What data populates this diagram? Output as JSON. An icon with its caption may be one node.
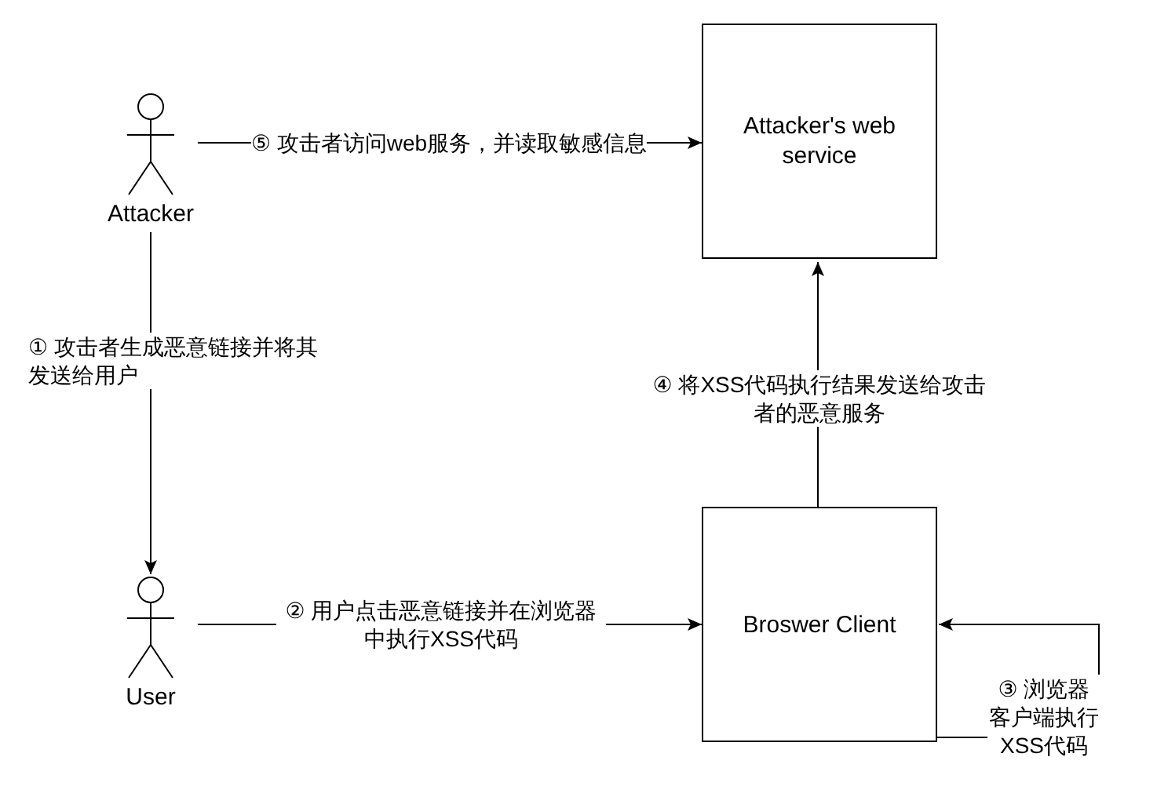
{
  "diagram": {
    "nodes": [
      {
        "text": [
          "Attacker"
        ]
      },
      {
        "text": [
          "Attacker's web service"
        ]
      },
      {
        "text": [
          "User"
        ]
      },
      {
        "text": [
          "Broswer Client"
        ]
      }
    ],
    "edges": [
      {
        "from": 0,
        "to": 1,
        "arrow": "to",
        "label": "⑤ 攻击者访问web服务，并读取敏感信息"
      },
      {
        "from": 0,
        "to": 2,
        "arrow": "to",
        "label": "① 攻击者生成恶意链接并将其发送给用户"
      },
      {
        "from": 2,
        "to": 3,
        "arrow": "to",
        "label": "② 用户点击恶意链接并在浏览器中执行XSS代码"
      },
      {
        "from": 3,
        "to": 1,
        "arrow": "to",
        "label": "④ 将XSS代码执行结果发送给攻击者的恶意服务"
      },
      {
        "from": 3,
        "to": 3,
        "arrow": "to",
        "label": "③ 浏览器客户端执行XSS代码"
      }
    ]
  }
}
